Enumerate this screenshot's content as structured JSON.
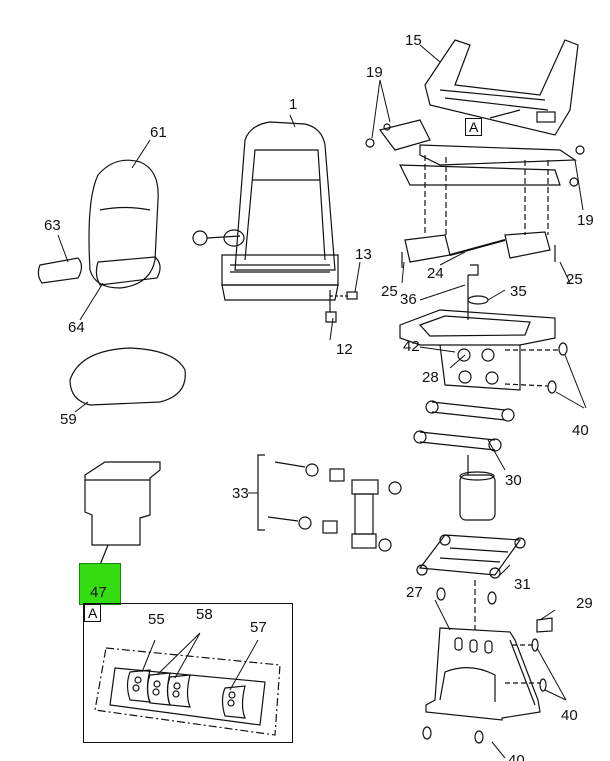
{
  "diagram": {
    "highlight_color": "#33dd11",
    "callouts": {
      "c15": "15",
      "cA_top": "A",
      "c19a": "19",
      "c19b": "19",
      "c1": "1",
      "c61": "61",
      "c63": "63",
      "c64": "64",
      "c13": "13",
      "c12": "12",
      "c25a": "25",
      "c24": "24",
      "c25b": "25",
      "c36": "36",
      "c35": "35",
      "c42": "42",
      "c28": "28",
      "c40a": "40",
      "c59": "59",
      "c30": "30",
      "c33": "33",
      "c31": "31",
      "c47": "47",
      "c27": "27",
      "c29": "29",
      "c40b": "40",
      "cA_inset": "A",
      "c55": "55",
      "c58": "58",
      "c57": "57",
      "c40c": "40"
    }
  }
}
